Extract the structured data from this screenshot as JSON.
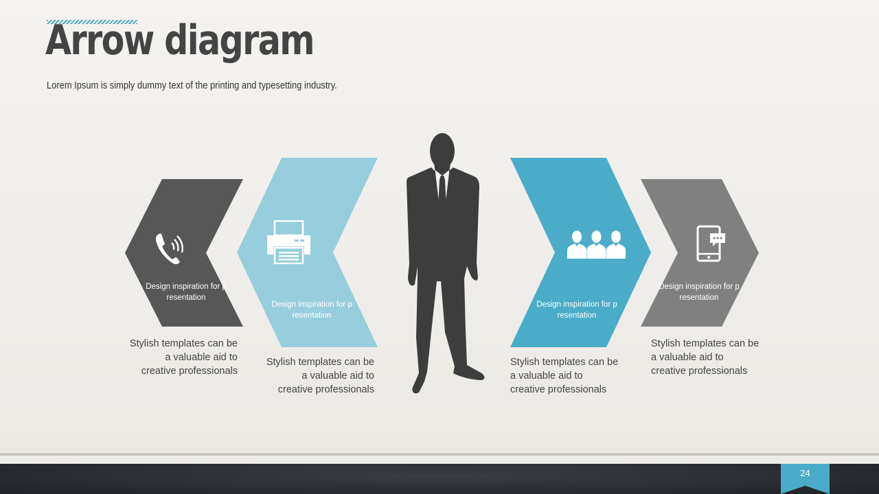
{
  "slide": {
    "title": "Arrow diagram",
    "subtitle": "Lorem Ipsum is simply dummy text of the printing and typesetting industry.",
    "page_number": "24"
  },
  "colors": {
    "dark_gray": "#575757",
    "light_blue": "#97cedd",
    "blue": "#4aacc8",
    "mid_gray": "#808080",
    "silhouette": "#3d3d3d",
    "accent": "#4aa9c6"
  },
  "arrows": [
    {
      "icon": "phone-icon",
      "label": "Design inspiration for p\nresentation",
      "description": "Stylish templates can be a valuable aid to creative professionals"
    },
    {
      "icon": "printer-icon",
      "label": "Design inspiration for p\nresentation",
      "description": "Stylish templates can be a valuable aid to creative professionals"
    },
    {
      "icon": "group-icon",
      "label": "Design inspiration for p\nresentation",
      "description": "Stylish templates can be a valuable aid to creative professionals"
    },
    {
      "icon": "mobile-message-icon",
      "label": "Design inspiration for p\nresentation",
      "description": "Stylish templates can be a valuable aid to creative professionals"
    }
  ]
}
